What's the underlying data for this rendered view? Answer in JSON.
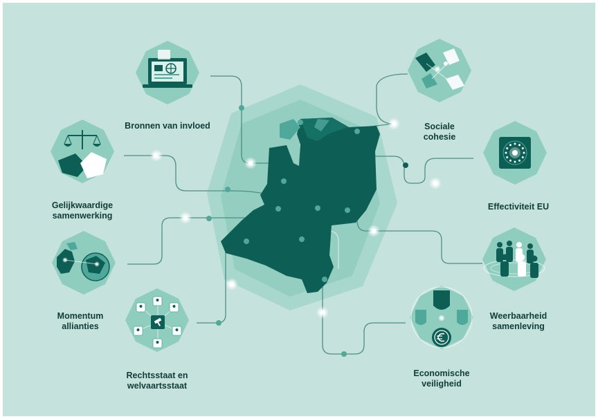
{
  "diagram": {
    "nodes": [
      {
        "id": "bronnen",
        "label": "Bronnen van invloed",
        "icon": "laptop-globe-icon"
      },
      {
        "id": "sociale",
        "label": "Sociale\ncohesie",
        "icon": "handshake-hands-icon"
      },
      {
        "id": "gelijk",
        "label": "Gelijkwaardige\nsamenwerking",
        "icon": "scales-handshake-icon"
      },
      {
        "id": "eu",
        "label": "Effectiviteit EU",
        "icon": "eu-stars-icon"
      },
      {
        "id": "momentum",
        "label": "Momentum\nallianties",
        "icon": "map-globe-icon"
      },
      {
        "id": "weerbaarheid",
        "label": "Weerbaarheid\nsamenleving",
        "icon": "people-group-icon"
      },
      {
        "id": "rechtsstaat",
        "label": "Rechtsstaat en\nwelvaartsstaat",
        "icon": "network-people-gavel-icon"
      },
      {
        "id": "economisch",
        "label": "Economische\nveiligheid",
        "icon": "shield-euro-icon"
      }
    ],
    "center": {
      "icon": "netherlands-map-icon"
    }
  },
  "colors": {
    "background": "#c6e2dd",
    "hexagon": "#8fcdbf",
    "map_dark": "#0d5e55",
    "map_light": "#4fa89a",
    "line": "#4a8f86",
    "text": "#0f3d37",
    "glow": "#ffffff"
  }
}
